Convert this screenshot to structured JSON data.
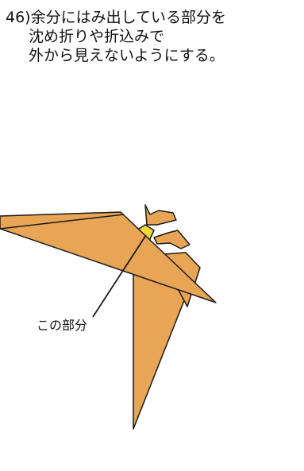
{
  "instruction": {
    "line1": "46)余分にはみ出している部分を",
    "line2": "沈め折りや折込みで",
    "line3": "外から見えないようにする。"
  },
  "callout": {
    "label": "この部分"
  },
  "colors": {
    "paper_orange": "#E8A556",
    "highlight_yellow": "#F1D93A",
    "outline": "#1A1A1A",
    "background": "#FFFFFF"
  }
}
